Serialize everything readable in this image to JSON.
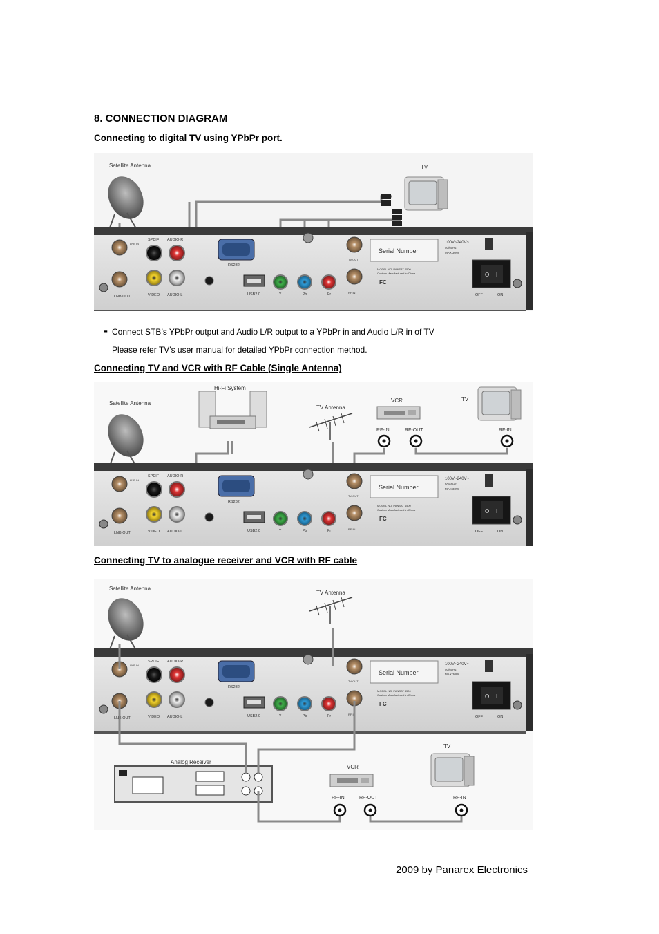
{
  "section": {
    "heading": "8. CONNECTION DIAGRAM",
    "sub1": "Connecting to digital TV using YPbPr port.",
    "bullet_mark": "-",
    "note1": "Connect STB’s YPbPr output and Audio L/R output to a YPbPr in and Audio L/R in of TV",
    "note2": "Please refer TV’s user manual for detailed YPbPr connection method.",
    "sub2": "Connecting TV and VCR with RF Cable (Single Antenna)",
    "sub3": "Connecting TV to analogue receiver and VCR with RF cable"
  },
  "footer": {
    "text": "2009 by Panarex Electronics"
  },
  "labels": {
    "satellite_antenna": "Satellite Antenna",
    "tv": "TV",
    "hifi_system": "Hi-Fi System",
    "tv_antenna": "TV Antenna",
    "vcr": "VCR",
    "rf_in": "RF-IN",
    "rf_out": "RF-OUT",
    "analog_receiver": "Analog Receiver",
    "serial_number": "Serial Number",
    "power_rating": "100V~240V~",
    "power_freq": "50/60Hz",
    "power_max": "MAX 30W",
    "model_line1": "MODEL NO. PANSAT 4500",
    "model_line2": "Custom Manufactured in China",
    "fc_mark": "FC",
    "spdif": "SPDIF",
    "audio_r": "AUDIO-R",
    "audio_l": "AUDIO-L",
    "video": "VIDEO",
    "lnb_in": "LNB IN",
    "lnb_out": "LNB OUT",
    "rs232": "RS232",
    "usb": "USB2.0",
    "y": "Y",
    "pb": "Pb",
    "pr": "Pr",
    "tv_out": "TV OUT",
    "rf_in_port": "RF IN",
    "off": "OFF",
    "on": "ON",
    "switch_o": "O",
    "switch_i": "I"
  }
}
